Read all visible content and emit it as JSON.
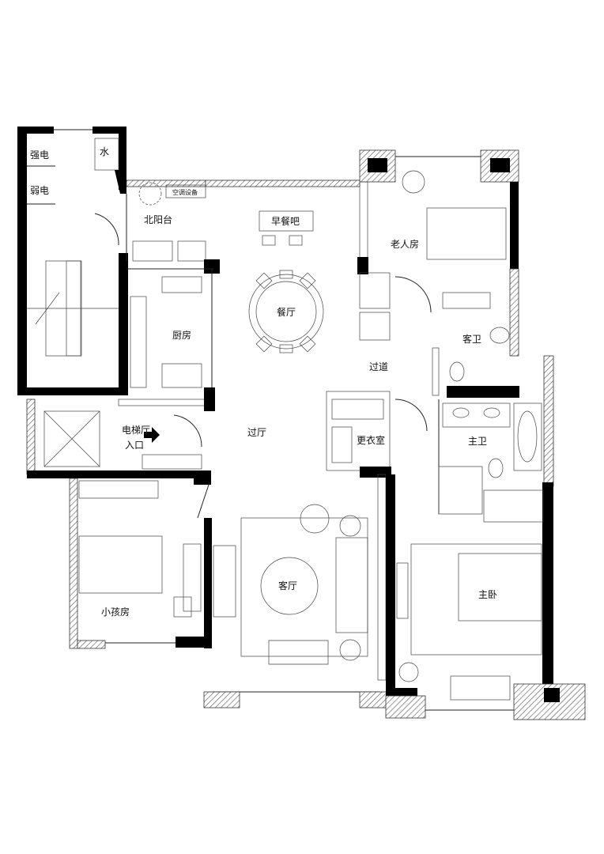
{
  "plan": {
    "rooms": {
      "strong_elec": "强电",
      "water": "水",
      "weak_elec": "弱电",
      "north_balcony": "北阳台",
      "ac_equipment": "空调设备",
      "breakfast_bar": "早餐吧",
      "dining": "餐厅",
      "elder_room": "老人房",
      "guest_bath": "客卫",
      "kitchen": "厨房",
      "corridor": "过道",
      "elevator_hall": "电梯厅",
      "entrance": "入口",
      "foyer": "过厅",
      "closet": "更衣室",
      "master_bath": "主卫",
      "kids_room": "小孩房",
      "living": "客厅",
      "master_bedroom": "主卧"
    }
  }
}
